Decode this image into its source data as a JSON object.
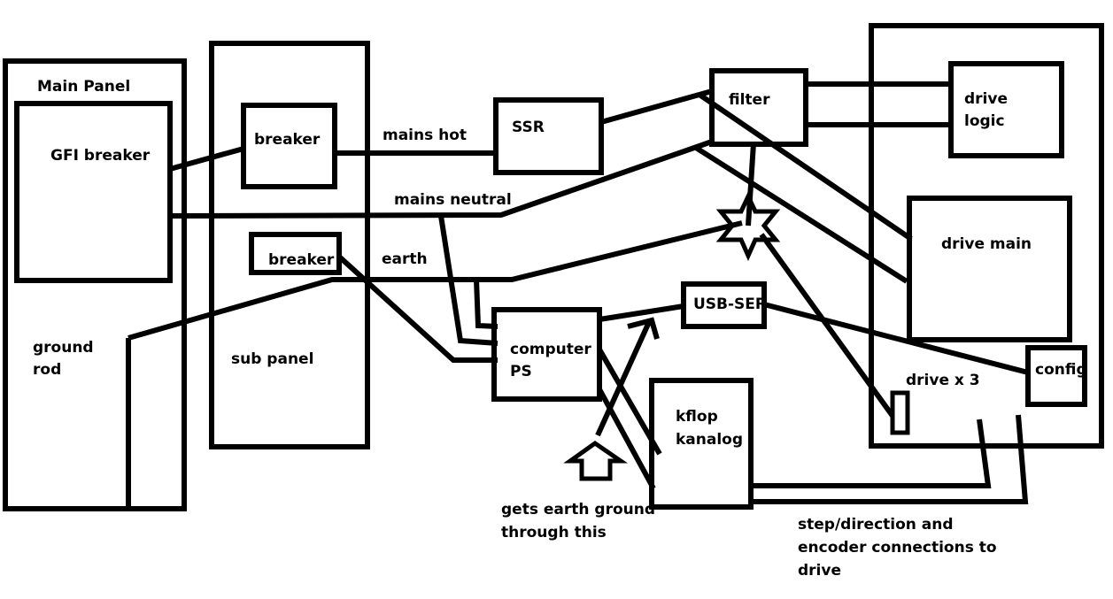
{
  "diagram": {
    "colors": {
      "ink": "#000000",
      "background": "#ffffff"
    },
    "containers": {
      "main_panel": "Main Panel",
      "sub_panel": "sub panel",
      "drive_enclosure": "drive x 3"
    },
    "components": {
      "gfi_breaker": "GFI breaker",
      "breaker_1": "breaker",
      "breaker_2": "breaker",
      "ssr": "SSR",
      "filter": "filter",
      "drive_logic_1": "drive",
      "drive_logic_2": "logic",
      "drive_main": "drive main",
      "usb_ser": "USB-SER",
      "computer_ps_1": "computer",
      "computer_ps_2": "PS",
      "kflop_1": "kflop",
      "kflop_2": "kanalog",
      "config": "config",
      "ground_rod_1": "ground",
      "ground_rod_2": "rod"
    },
    "wire_labels": {
      "mains_hot": "mains hot",
      "mains_neutral": "mains neutral",
      "earth": "earth"
    },
    "annotations": {
      "earth_note_1": "gets earth ground",
      "earth_note_2": "through this",
      "step_note_1": "step/direction and",
      "step_note_2": "encoder connections to",
      "step_note_3": "drive"
    },
    "icons": [
      "star-ground-junction-icon",
      "up-arrow-icon"
    ]
  }
}
